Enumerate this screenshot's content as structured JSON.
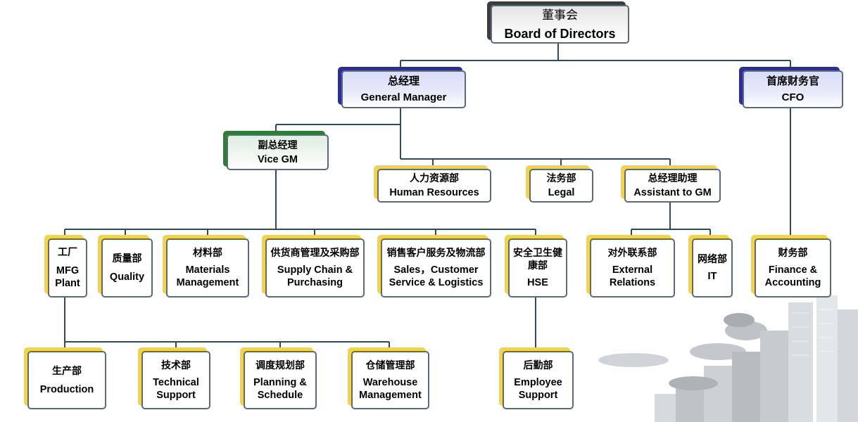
{
  "colors": {
    "line": "#2f4a5c",
    "border": "#5a6a7a",
    "accent_gray": "#3c3c3c",
    "accent_blue": "#2c2c9a",
    "accent_green": "#2e7d32",
    "accent_yellow": "#f2d34a"
  },
  "board": {
    "zh": "董事会",
    "en": "Board of Directors"
  },
  "gm": {
    "zh": "总经理",
    "en": "General Manager"
  },
  "cfo": {
    "zh": "首席财务官",
    "en": "CFO"
  },
  "vgm": {
    "zh": "副总经理",
    "en": "Vice GM"
  },
  "hr": {
    "zh": "人力资源部",
    "en": "Human Resources"
  },
  "legal": {
    "zh": "法务部",
    "en": "Legal"
  },
  "agm": {
    "zh": "总经理助理",
    "en": "Assistant to GM"
  },
  "mfg": {
    "zh": "工厂",
    "en": "MFG Plant"
  },
  "quality": {
    "zh": "质量部",
    "en": "Quality"
  },
  "materials": {
    "zh": "材料部",
    "en": "Materials Management"
  },
  "supply": {
    "zh": "供货商管理及采购部",
    "en": "Supply Chain & Purchasing"
  },
  "sales": {
    "zh": "销售客户服务及物流部",
    "en": "Sales，Customer Service & Logistics"
  },
  "hse": {
    "zh": "安全卫生健康部",
    "en": "HSE"
  },
  "external": {
    "zh": "对外联系部",
    "en": "External Relations"
  },
  "it": {
    "zh": "网络部",
    "en": "IT"
  },
  "finance": {
    "zh": "财务部",
    "en": "Finance & Accounting"
  },
  "production": {
    "zh": "生产部",
    "en": "Production"
  },
  "technical": {
    "zh": "技术部",
    "en": "Technical Support"
  },
  "planning": {
    "zh": "调度规划部",
    "en": "Planning & Schedule"
  },
  "warehouse": {
    "zh": "仓储管理部",
    "en": "Warehouse Management"
  },
  "employee": {
    "zh": "后勤部",
    "en": "Employee Support"
  }
}
